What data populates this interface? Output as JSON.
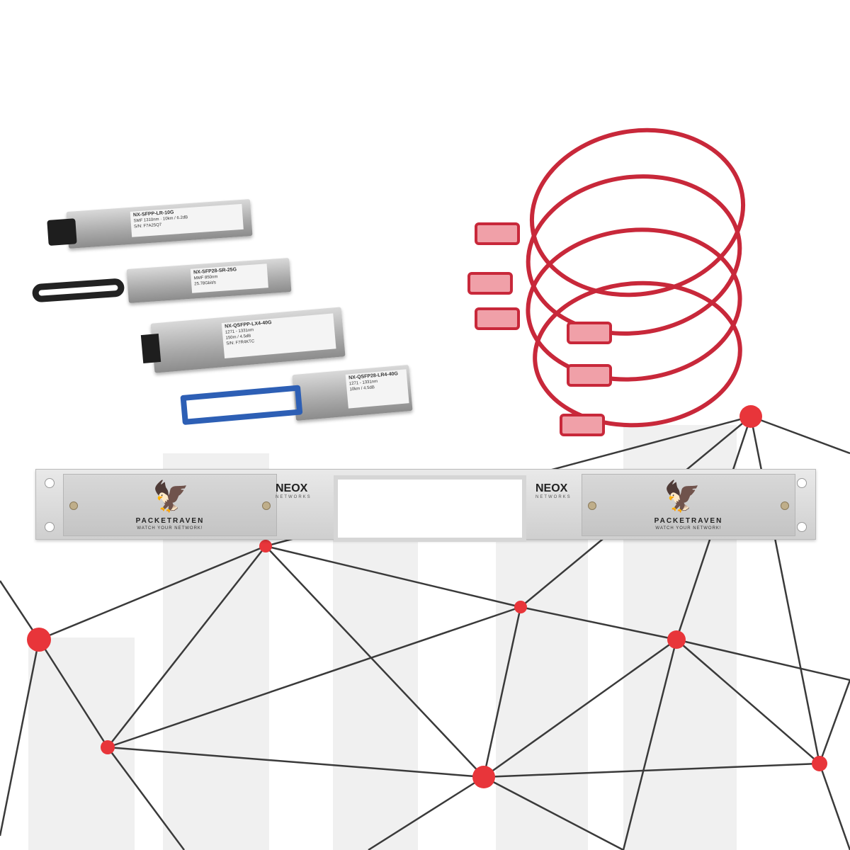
{
  "transceivers": [
    {
      "model": "NX-SFPP-LR-10G",
      "spec1": "SMF 1310nm",
      "spec2": "10km / 6.2dB",
      "serial": "S/N: F7A25Q7",
      "handle_color": "#2a2a2a"
    },
    {
      "model": "NX-SFP28-SR-25G",
      "spec1": "MMF 850nm",
      "spec2": "25.78Gbit/s",
      "serial": "",
      "handle_color": "#222222"
    },
    {
      "model": "NX-QSFPP-LX4-40G",
      "spec1": "1271 - 1331nm",
      "spec2": "150m / 4.5dB",
      "serial": "S/N: F7R4KTC",
      "handle_color": "#222222"
    },
    {
      "model": "NX-QSFP28-LR4-40G",
      "spec1": "1271 - 1331nm",
      "spec2": "10km / 4.5dB",
      "serial": "",
      "handle_color": "#2d5fb5"
    }
  ],
  "rack": {
    "left_brand": "PACKETRAVEN",
    "left_tagline": "WATCH YOUR NETWORK!",
    "right_brand": "PACKETRAVEN",
    "right_tagline": "WATCH YOUR NETWORK!",
    "neox": "NEOX",
    "neox_sub": "NETWORKS"
  },
  "colors": {
    "node": "#e8353a",
    "cable": "#c8283a",
    "connector": "#f0a0a8",
    "line": "#333333"
  }
}
